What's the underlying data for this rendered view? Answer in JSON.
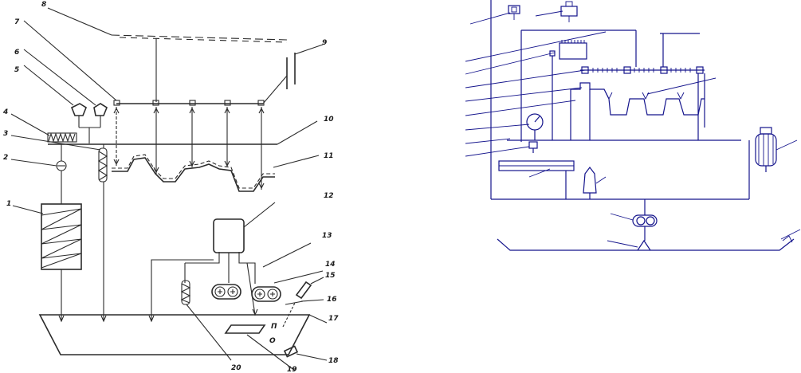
{
  "left_scheme": {
    "labels": [
      "1",
      "2",
      "3",
      "4",
      "5",
      "6",
      "7",
      "8",
      "9",
      "10",
      "11",
      "12",
      "13",
      "14",
      "15",
      "16",
      "17",
      "18",
      "19",
      "20"
    ]
  },
  "right_scheme": {
    "labels": []
  }
}
